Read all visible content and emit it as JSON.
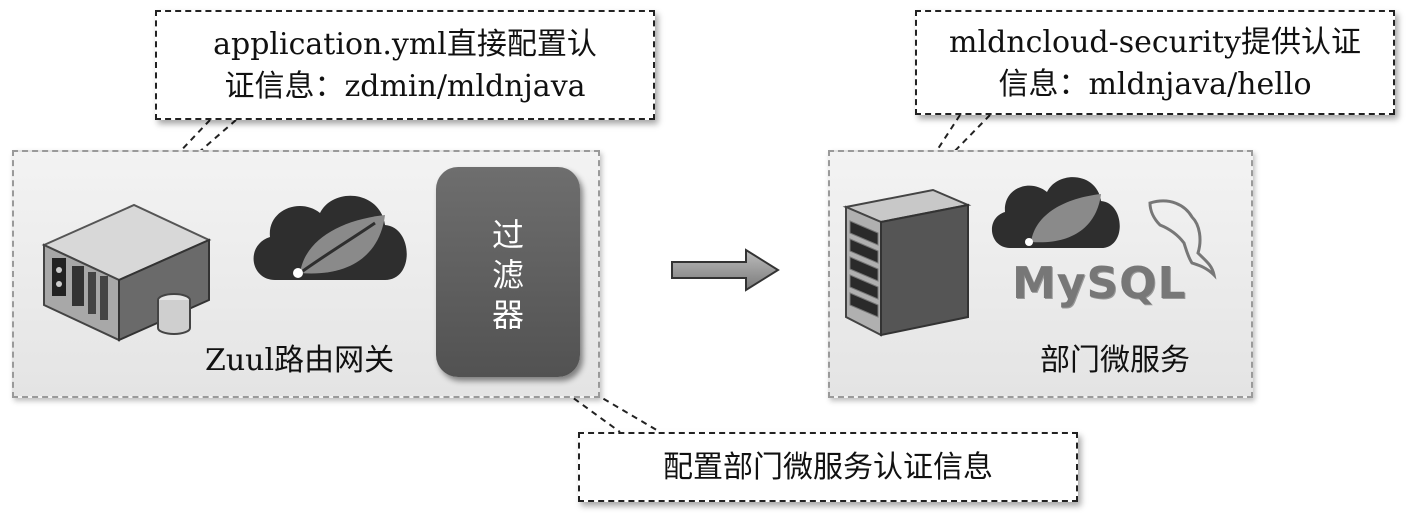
{
  "callouts": {
    "gateway_config": {
      "line1": "application.yml直接配置认",
      "line2": "证信息：zdmin/mldnjava"
    },
    "security_info": {
      "line1": "mldncloud-security提供认证",
      "line2": "信息：mldnjava/hello"
    },
    "dept_auth": {
      "text": "配置部门微服务认证信息"
    }
  },
  "zuul_panel": {
    "label": "Zuul路由网关",
    "filter_chars": [
      "过",
      "滤",
      "器"
    ]
  },
  "dept_panel": {
    "label": "部门微服务",
    "db_logo": "MySQL"
  },
  "icons": [
    "server-icon",
    "spring-cloud-icon",
    "arrow-right-icon",
    "server-rack-icon",
    "mysql-dolphin-icon"
  ]
}
